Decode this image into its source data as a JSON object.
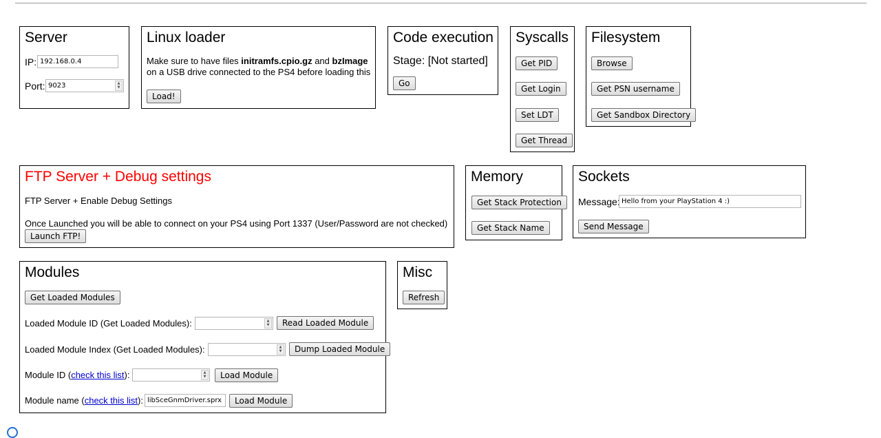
{
  "server": {
    "title": "Server",
    "ip_label": "IP:",
    "ip_value": "192.168.0.4",
    "port_label": "Port:",
    "port_value": "9023"
  },
  "linux_loader": {
    "title": "Linux loader",
    "text_1": "Make sure to have files ",
    "file_1": "initramfs.cpio.gz",
    "text_2": " and ",
    "file_2": "bzImage",
    "text_3": "on a USB drive connected to the PS4 before loading this",
    "load_button": "Load!"
  },
  "code_execution": {
    "title": "Code execution",
    "stage_text": "Stage: [Not started]",
    "go_button": "Go"
  },
  "syscalls": {
    "title": "Syscalls",
    "buttons": [
      "Get PID",
      "Get Login",
      "Set LDT",
      "Get Thread"
    ]
  },
  "filesystem": {
    "title": "Filesystem",
    "buttons": [
      "Browse",
      "Get PSN username",
      "Get Sandbox Directory"
    ]
  },
  "ftp": {
    "title": "FTP Server + Debug settings",
    "title_color": "#ff0000",
    "subtitle": "FTP Server + Enable Debug Settings",
    "description": "Once Launched you will be able to connect on your PS4 using Port 1337 (User/Password are not checked)",
    "launch_button": "Launch FTP!"
  },
  "memory": {
    "title": "Memory",
    "buttons": [
      "Get Stack Protection",
      "Get Stack Name"
    ]
  },
  "sockets": {
    "title": "Sockets",
    "message_label": "Message:",
    "message_value": "Hello from your PlayStation 4 :)",
    "send_button": "Send Message"
  },
  "modules": {
    "title": "Modules",
    "get_loaded_button": "Get Loaded Modules",
    "loaded_id_label": "Loaded Module ID (Get Loaded Modules):",
    "read_loaded_button": "Read Loaded Module",
    "loaded_index_label": "Loaded Module Index (Get Loaded Modules):",
    "dump_loaded_button": "Dump Loaded Module",
    "module_id_label_pre": "Module ID (",
    "module_id_link": "check this list",
    "module_id_label_post": "):",
    "load_module_button": "Load Module",
    "module_name_label_pre": "Module name (",
    "module_name_link": "check this list",
    "module_name_label_post": "):",
    "module_name_value": "libSceGnmDriver.sprx",
    "load_module_button_2": "Load Module"
  },
  "misc": {
    "title": "Misc",
    "refresh_button": "Refresh"
  }
}
